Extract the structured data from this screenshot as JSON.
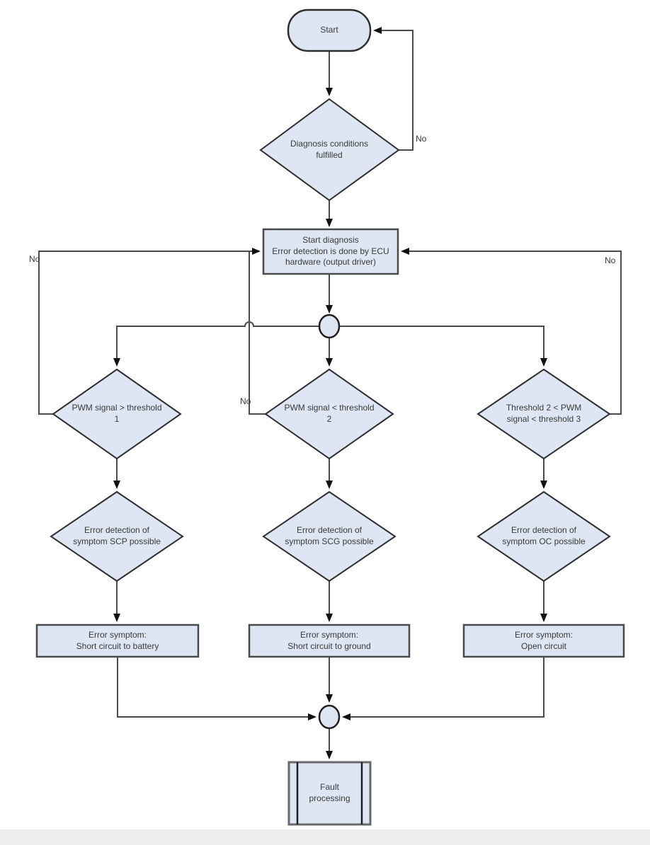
{
  "flowchart": {
    "nodes": {
      "start": "Start",
      "diagnosis_conditions": "Diagnosis conditions\nfulfilled",
      "start_diagnosis": "Start diagnosis\nError detection is done by ECU\nhardware (output driver)",
      "pwm_gt_threshold1": "PWM signal > threshold\n1",
      "pwm_lt_threshold2": "PWM signal < threshold\n2",
      "threshold_range": "Threshold 2 < PWM\nsignal < threshold 3",
      "scp_detection": "Error detection of\nsymptom SCP possible",
      "scg_detection": "Error detection of\nsymptom SCG possible",
      "oc_detection": "Error detection of\nsymptom OC possible",
      "symptom_battery": "Error symptom:\nShort circuit to battery",
      "symptom_ground": "Error symptom:\nShort circuit to ground",
      "symptom_open": "Error symptom:\nOpen circuit",
      "fault_processing": "Fault\nprocessing"
    },
    "edge_labels": {
      "no_top": "No",
      "no_left": "No",
      "no_middle": "No",
      "no_right": "No"
    },
    "colors": {
      "node_fill": "#dde6f2",
      "node_stroke": "#2e2e2e",
      "connector": "#4b4b4b",
      "text": "#3a3a3a",
      "footer_bar": "#eeeeec"
    }
  }
}
